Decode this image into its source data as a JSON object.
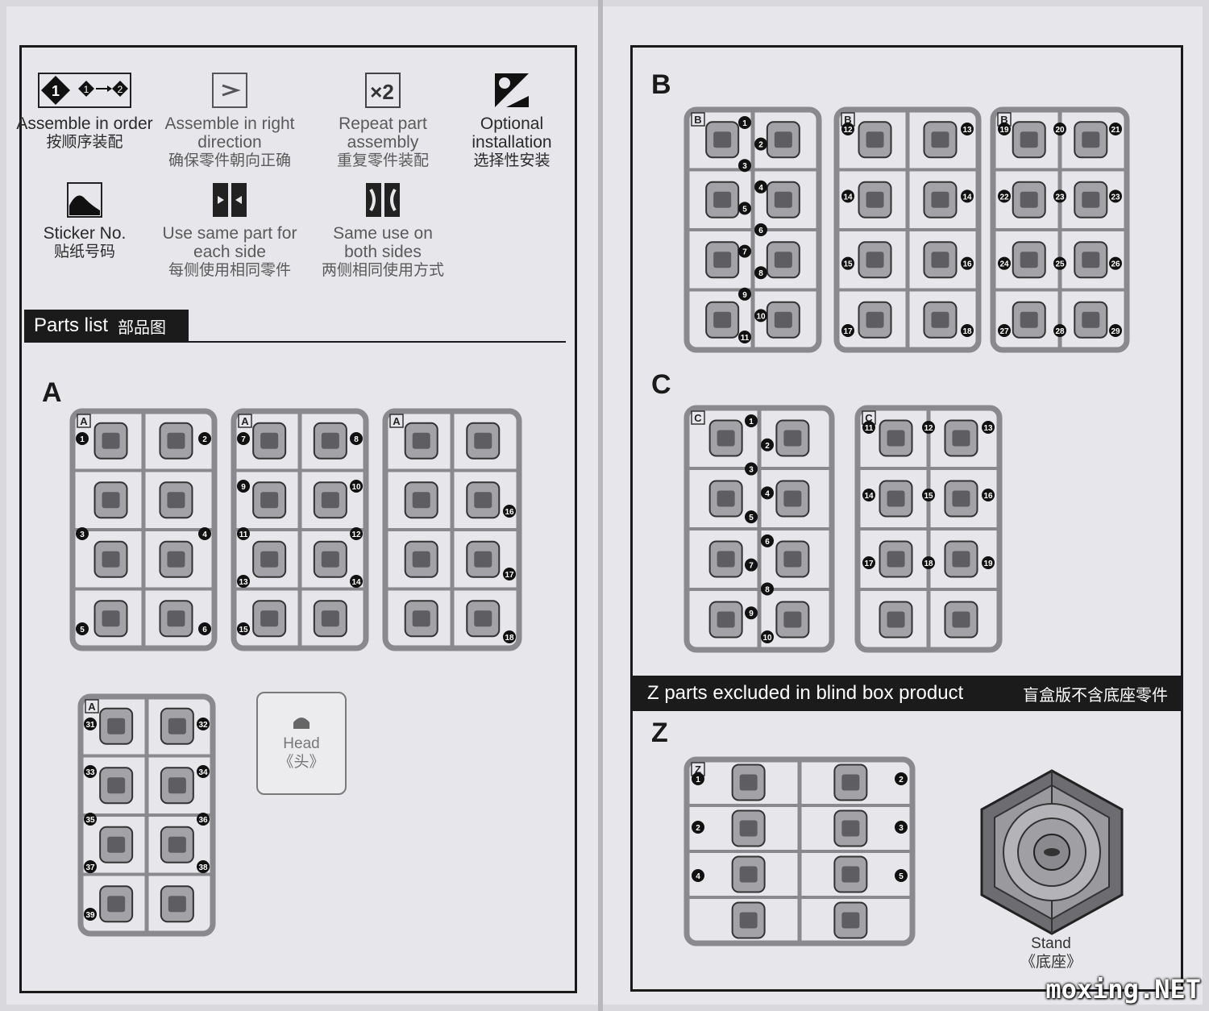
{
  "legend": [
    {
      "icon": "assemble-order-icon",
      "en": "Assemble in order",
      "zh": "按顺序装配"
    },
    {
      "icon": "direction-icon",
      "en": "Assemble in right direction",
      "zh": "确保零件朝向正确"
    },
    {
      "icon": "repeat-x2-icon",
      "en": "Repeat part assembly",
      "zh": "重复零件装配",
      "badge": "×2"
    },
    {
      "icon": "optional-icon",
      "en": "Optional installation",
      "zh": "选择性安装"
    },
    {
      "icon": "sticker-icon",
      "en": "Sticker No.",
      "zh": "贴纸号码"
    },
    {
      "icon": "same-part-icon",
      "en": "Use same part for each side",
      "zh": "每侧使用相同零件"
    },
    {
      "icon": "same-use-icon",
      "en": "Same use on both sides",
      "zh": "两侧相同使用方式"
    }
  ],
  "parts_list": {
    "label": "Parts list",
    "label_zh": "部品图"
  },
  "runners": {
    "A": {
      "letter": "A",
      "sheet1": [
        "1",
        "2",
        "3",
        "4",
        "5",
        "6"
      ],
      "sheet2": [
        "7",
        "8",
        "9",
        "10",
        "11",
        "12",
        "13",
        "14",
        "15"
      ],
      "sheet3": [
        "16",
        "17",
        "18"
      ],
      "sheet4": [
        "31",
        "32",
        "33",
        "34",
        "35",
        "36",
        "37",
        "38",
        "39"
      ]
    },
    "B": {
      "letter": "B",
      "sheet1": [
        "1",
        "2",
        "3",
        "4",
        "5",
        "6",
        "7",
        "8",
        "9",
        "10",
        "11"
      ],
      "sheet2": [
        "12",
        "13",
        "14",
        "14",
        "15",
        "16",
        "17",
        "18"
      ],
      "sheet3": [
        "19",
        "20",
        "21",
        "22",
        "23",
        "23",
        "24",
        "25",
        "26",
        "27",
        "28",
        "29"
      ]
    },
    "C": {
      "letter": "C",
      "sheet1": [
        "1",
        "2",
        "3",
        "4",
        "5",
        "6",
        "7",
        "8",
        "9",
        "10"
      ],
      "sheet2": [
        "11",
        "12",
        "13",
        "14",
        "15",
        "16",
        "17",
        "18",
        "19"
      ]
    },
    "Z": {
      "letter": "Z",
      "sheet1": [
        "1",
        "2",
        "2",
        "3",
        "4",
        "5"
      ]
    }
  },
  "head_note": {
    "en": "Head",
    "zh": "《头》"
  },
  "z_bar": {
    "en": "Z parts excluded in blind box product",
    "zh": "盲盒版不含底座零件"
  },
  "stand": {
    "en": "Stand",
    "zh": "《底座》"
  },
  "watermark": "moxing.NET",
  "colors": {
    "frame": "#1a1a1a",
    "page": "#e7e6ea",
    "runner": "#8a8a8e"
  }
}
